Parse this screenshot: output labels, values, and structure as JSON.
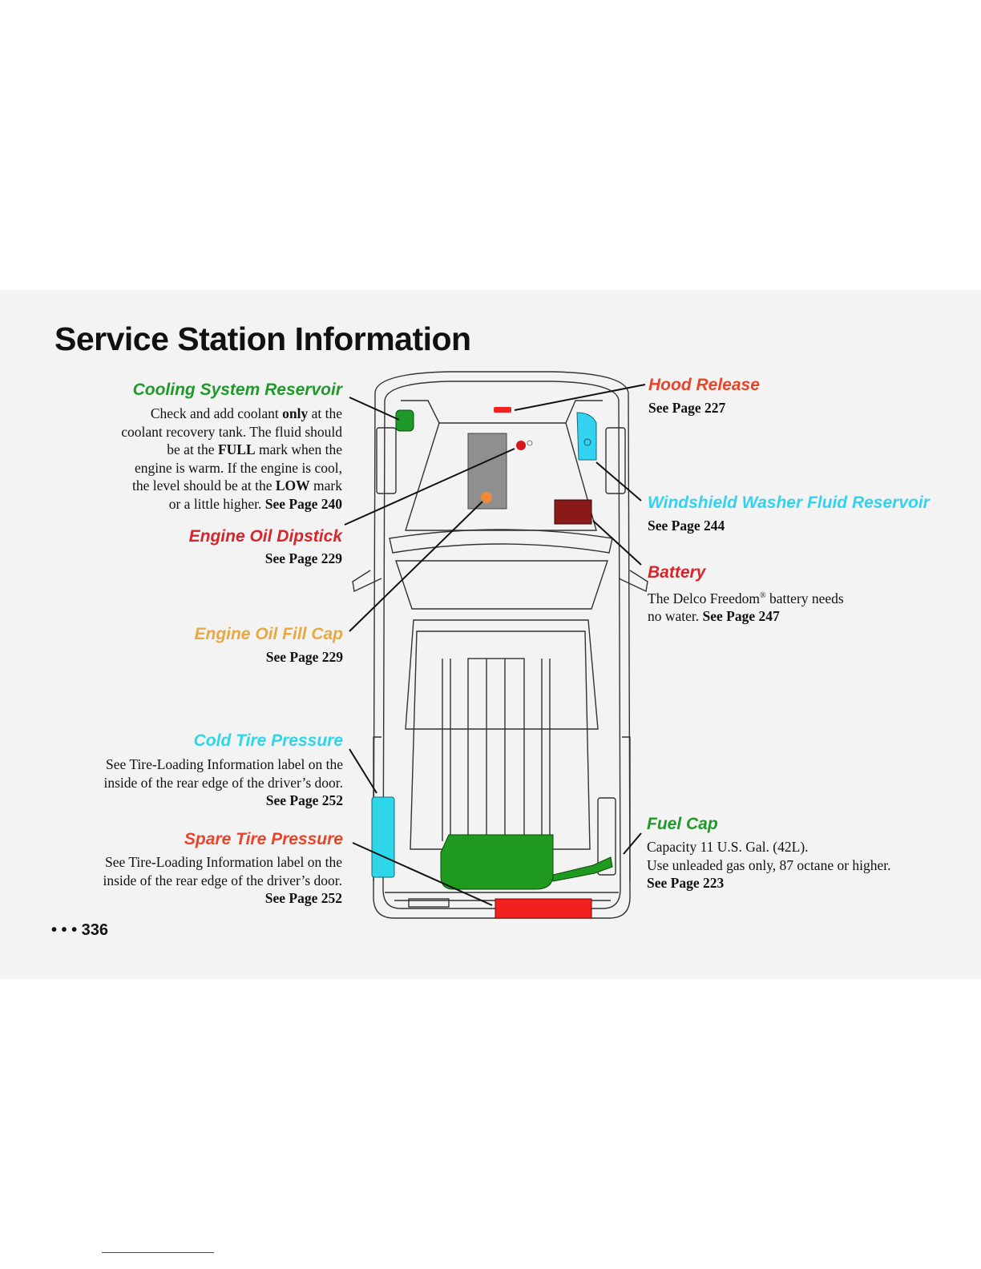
{
  "title": "Service Station Information",
  "colors": {
    "green": "#1f9a2a",
    "red": "#d8242b",
    "orange_red": "#e8442a",
    "amber": "#e8a940",
    "cyan": "#2dd6e8",
    "washer_cyan": "#33d2f0",
    "battery": "#8a1a1a",
    "fuel_tank": "#1f9a1f",
    "tail_red": "#f0211f",
    "dipstick_red": "#d8161e",
    "oil_cap": "#f08a3a",
    "panel_bg": "#f4f3f3"
  },
  "cooling": {
    "heading": "Cooling System Reservoir",
    "lines": [
      [
        "Check and add coolant ",
        "only",
        " at the"
      ],
      [
        "coolant recovery tank. The fluid should"
      ],
      [
        "be at the ",
        "FULL",
        " mark when the"
      ],
      [
        "engine is warm. If the engine is cool,"
      ],
      [
        "the level should be at the ",
        "LOW",
        " mark"
      ],
      [
        "or a little higher. ",
        "See Page 240"
      ]
    ]
  },
  "dipstick": {
    "heading": "Engine Oil Dipstick",
    "see": "See Page 229"
  },
  "oil_fill": {
    "heading": "Engine Oil Fill Cap",
    "see": "See Page 229"
  },
  "cold_tire": {
    "heading": "Cold Tire Pressure",
    "line1": "See Tire-Loading Information label on the",
    "line2": "inside of the rear edge of the driver’s door.",
    "see": "See Page 252"
  },
  "spare_tire": {
    "heading": "Spare Tire Pressure",
    "line1": "See Tire-Loading Information label on the",
    "line2": "inside of the rear edge of the driver’s door.",
    "see": "See Page 252"
  },
  "hood": {
    "heading": "Hood Release",
    "see": "See Page 227"
  },
  "washer": {
    "heading": "Windshield Washer Fluid Reservoir",
    "see": "See Page 244"
  },
  "battery": {
    "heading": "Battery",
    "line1_pre": "The Delco Freedom",
    "line1_reg": "®",
    "line1_post": " battery needs",
    "line2_pre": "no water. ",
    "see": "See Page 247"
  },
  "fuel": {
    "heading": "Fuel Cap",
    "line1": "Capacity 11 U.S. Gal. (42L).",
    "line2": "Use unleaded gas only, 87 octane or higher.",
    "see": "See Page 223"
  },
  "page_number": "• • • 336"
}
